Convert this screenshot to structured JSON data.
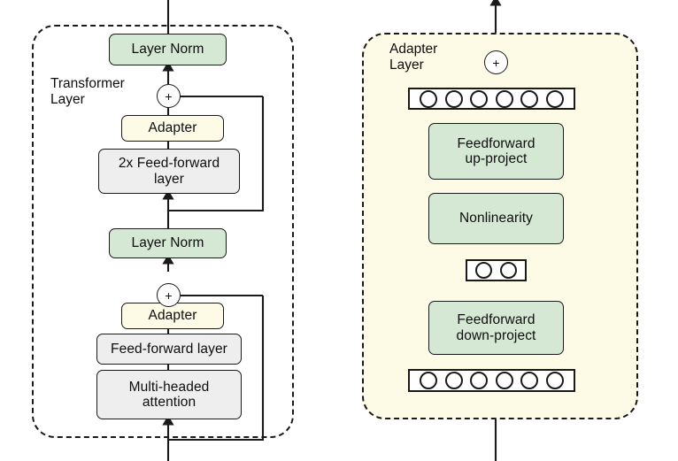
{
  "figure": {
    "title": "Adapter architecture diagram",
    "colors": {
      "green": "#d5e8d4",
      "cream": "#fdfbe6",
      "gray": "#eeeeee",
      "white": "#ffffff",
      "stroke": "#1a1a1a",
      "panel_tint": "#fdfbe6"
    }
  },
  "left_panel": {
    "label": "Transformer\nLayer",
    "nodes": {
      "layer_norm_top": "Layer Norm",
      "add_top": "+",
      "adapter_top": "Adapter",
      "feed_forward_2x": "2x Feed-forward\nlayer",
      "layer_norm_bottom": "Layer Norm",
      "add_bottom": "+",
      "adapter_bottom": "Adapter",
      "feed_forward_layer": "Feed-forward layer",
      "multi_headed_attention": "Multi-headed\nattention"
    }
  },
  "right_panel": {
    "label": "Adapter\nLayer",
    "nodes": {
      "add": "+",
      "vector_top_units": 6,
      "feedforward_up_project": "Feedforward\nup-project",
      "nonlinearity": "Nonlinearity",
      "vector_bottleneck_units": 2,
      "feedforward_down_project": "Feedforward\ndown-project",
      "vector_bottom_units": 6
    }
  },
  "chart_data": {
    "type": "diagram",
    "title": "Adapter module integrated into a Transformer layer",
    "panels": [
      {
        "name": "Transformer Layer",
        "flow": [
          "Multi-headed attention",
          "Feed-forward layer",
          "Adapter",
          "+ (residual add)",
          "Layer Norm",
          "2x Feed-forward layer",
          "Adapter",
          "+ (residual add)",
          "Layer Norm"
        ],
        "skip_connections": [
          "input -> + (after first Adapter)",
          "after first Layer Norm -> + (after second Adapter)"
        ]
      },
      {
        "name": "Adapter Layer",
        "flow": [
          "input vector (6 units)",
          "Feedforward down-project",
          "bottleneck vector (2 units)",
          "Nonlinearity",
          "Feedforward up-project",
          "output vector (6 units)",
          "+ (residual add)"
        ],
        "skip_connections": [
          "input -> + (adapter residual)"
        ]
      }
    ]
  }
}
